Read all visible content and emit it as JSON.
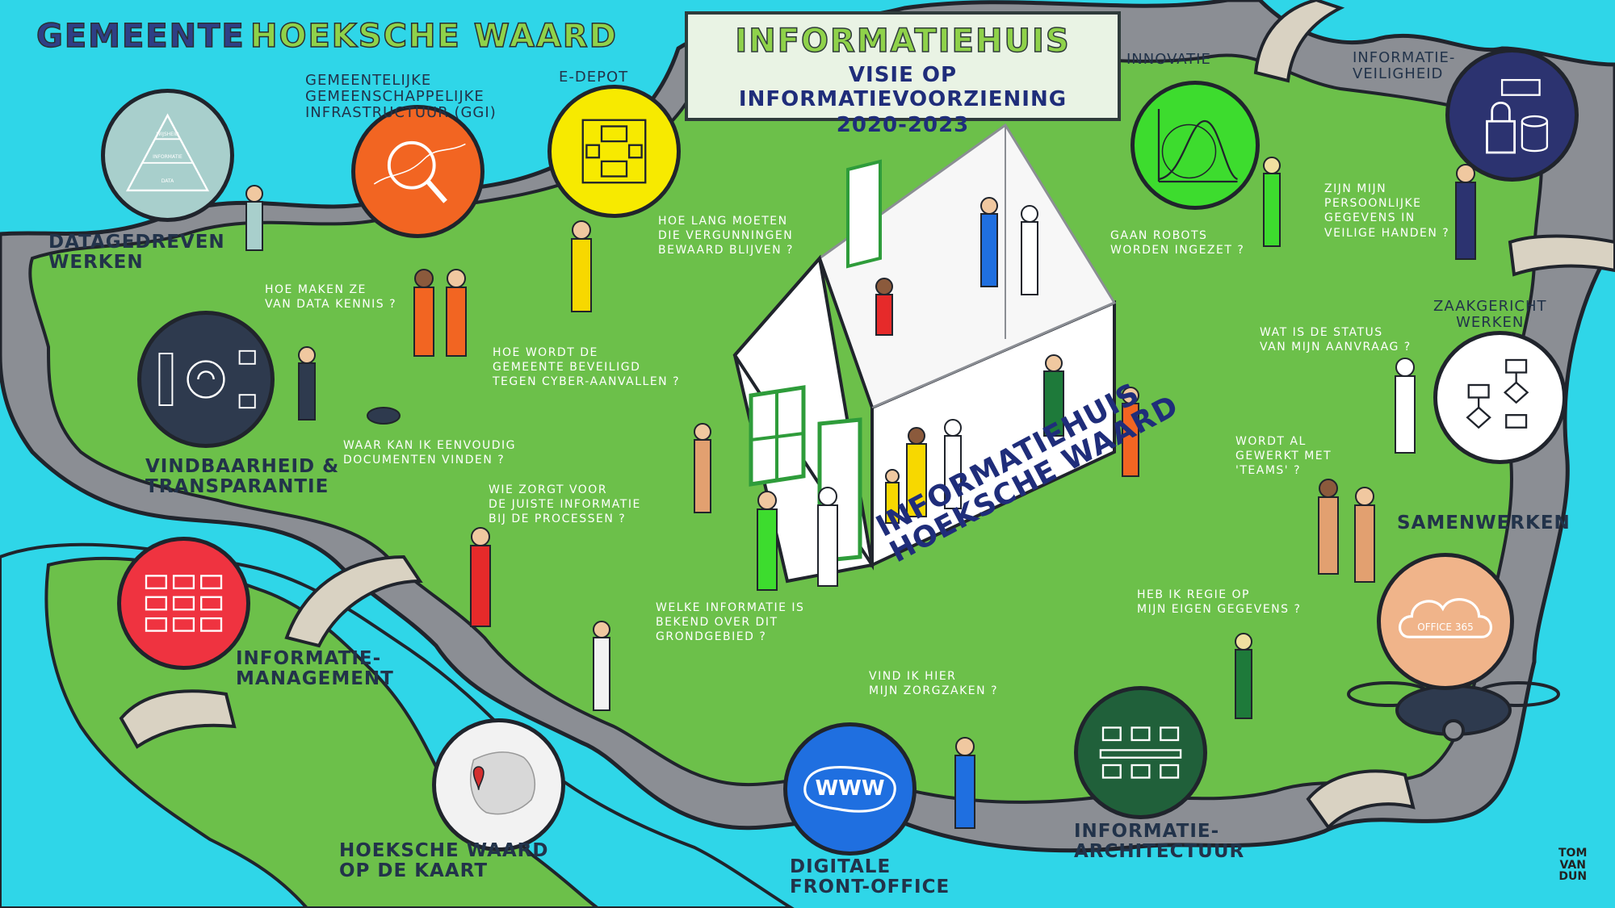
{
  "header": {
    "gemeente": "GEMEENTE",
    "name": "HOEKSCHE WAARD",
    "colors": {
      "gemeente": "#2e3f86",
      "name": "#8fd24a",
      "outline": "#2a2f33"
    }
  },
  "title_box": {
    "line1": "INFORMATIEHUIS",
    "line2": "VISIE OP INFORMATIEVOORZIENING",
    "line3": "2020-2023"
  },
  "house_label": {
    "line1": "INFORMATIEHUIS",
    "line2": "HOEKSCHE WAARD"
  },
  "topics": {
    "datagedreven": "DATAGEDREVEN\nWERKEN",
    "ggi": "GEMEENTELIJKE\nGEMEENSCHAPPELIJKE\nINFRASTRUCTUUR (GGI)",
    "edepot": "E-DEPOT",
    "innovatie": "INNOVATIE",
    "informatieveiligheid": "INFORMATIE-\nVEILIGHEID",
    "zaakgericht": "ZAAKGERICHT\nWERKEN",
    "samenwerken": "SAMENWERKEN",
    "vindbaarheid": "VINDBAARHEID &\nTRANSPARANTIE",
    "informatiemanagement": "INFORMATIE-\nMANAGEMENT",
    "kaart": "HOEKSCHE WAARD\nOP DE KAART",
    "frontoffice": "DIGITALE\nFRONT-OFFICE",
    "architectuur": "INFORMATIE-\nARCHITECTUUR"
  },
  "questions": {
    "q_data_kennis": "HOE MAKEN ZE\nVAN DATA KENNIS ?",
    "q_vergunningen": "HOE LANG MOETEN\nDIE VERGUNNINGEN\nBEWAARD BLIJVEN ?",
    "q_robots": "GAAN ROBOTS\nWORDEN INGEZET ?",
    "q_persoonlijk": "ZIJN MIJN\nPERSOONLIJKE\nGEGEVENS IN\nVEILIGE HANDEN ?",
    "q_beveiligd": "HOE WORDT DE\nGEMEENTE BEVEILIGD\nTEGEN CYBER-AANVALLEN ?",
    "q_documenten": "WAAR KAN IK EENVOUDIG\nDOCUMENTEN VINDEN ?",
    "q_status": "WAT IS DE STATUS\nVAN MIJN AANVRAAG ?",
    "q_teams": "WORDT AL\nGEWERKT MET\n'TEAMS' ?",
    "q_processen": "WIE ZORGT VOOR\nDE JUISTE INFORMATIE\nBIJ DE PROCESSEN ?",
    "q_grondgebied": "WELKE INFORMATIE IS\nBEKEND OVER DIT\nGRONDGEBIED ?",
    "q_regie": "HEB IK REGIE OP\nMIJN EIGEN GEGEVENS ?",
    "q_zorgzaken": "VIND IK HIER\nMIJN ZORGZAKEN ?"
  },
  "circle_texts": {
    "pyramid_top": "WIJSHEID",
    "pyramid_mid": "INFORMATIE",
    "pyramid_bottom": "DATA",
    "www": "WWW",
    "office": "OFFICE 365"
  },
  "signature": "TOM\nVAN\nDUN",
  "colors": {
    "water": "#2fd6e8",
    "land": "#6cc04a",
    "rock": "#8b8e94",
    "outline": "#20242c",
    "text_dark": "#22334a",
    "circle_pyramid": "#a8cfcc",
    "circle_ggi": "#f26522",
    "circle_edepot": "#f7ea00",
    "circle_innovatie": "#3ddc2e",
    "circle_veiligheid": "#2c3370",
    "circle_vindbaarheid": "#2e3a4e",
    "circle_infomanagement": "#ef3340",
    "circle_kaart": "#f2f2f2",
    "circle_www": "#1f6fe0",
    "circle_architectuur": "#20603a",
    "circle_office": "#f0b48a",
    "circle_zaak": "#ffffff"
  },
  "icons": [
    "pyramid-icon",
    "magnifier-icon",
    "flowchart-icon",
    "bell-curve-icon",
    "camera-lock-icon",
    "data-cycle-icon",
    "grid-blocks-icon",
    "europe-map-pin-icon",
    "www-globe-icon",
    "architecture-blocks-icon",
    "cloud-icon",
    "process-diagram-icon",
    "drone-icon",
    "bridge-icon"
  ]
}
